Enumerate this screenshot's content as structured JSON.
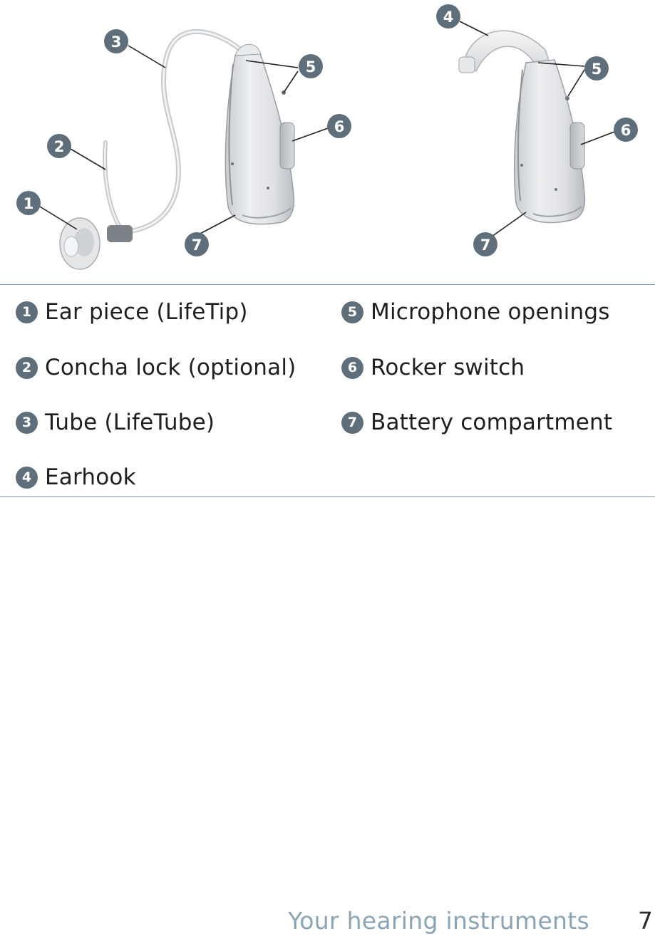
{
  "callouts": {
    "n1": "1",
    "n2": "2",
    "n3": "3",
    "n4": "4",
    "n5": "5",
    "n6": "6",
    "n7": "7"
  },
  "legend": [
    {
      "number": "1",
      "label": "Ear piece (LifeTip)"
    },
    {
      "number": "2",
      "label": "Concha lock (optional)"
    },
    {
      "number": "3",
      "label": "Tube (LifeTube)"
    },
    {
      "number": "4",
      "label": "Earhook"
    },
    {
      "number": "5",
      "label": "Microphone openings"
    },
    {
      "number": "6",
      "label": "Rocker switch"
    },
    {
      "number": "7",
      "label": "Battery compartment"
    }
  ],
  "footer": {
    "section_title": "Your hearing instruments",
    "page_number": "7"
  },
  "colors": {
    "callout_badge": "#5e6f7b",
    "rule": "#7f97a6",
    "footer_title": "#8aa4b5"
  }
}
